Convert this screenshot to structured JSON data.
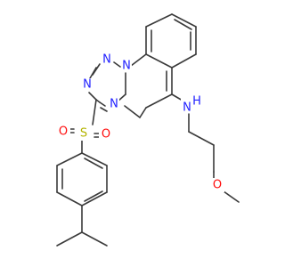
{
  "colors": {
    "bond": "#3a3a3a",
    "N": "#1f1fff",
    "O": "#ff0d0d",
    "S": "#b3b300"
  },
  "atoms": {
    "n_triazole_1": "N",
    "n_triazole_2": "N",
    "n_triazole_3": "N",
    "n_pyrimidine": "N",
    "n_amine": "N",
    "h_amine": "H",
    "s_sulfonyl": "S",
    "o_sulfonyl_left": "O",
    "o_sulfonyl_right": "O",
    "o_methoxy": "O"
  }
}
